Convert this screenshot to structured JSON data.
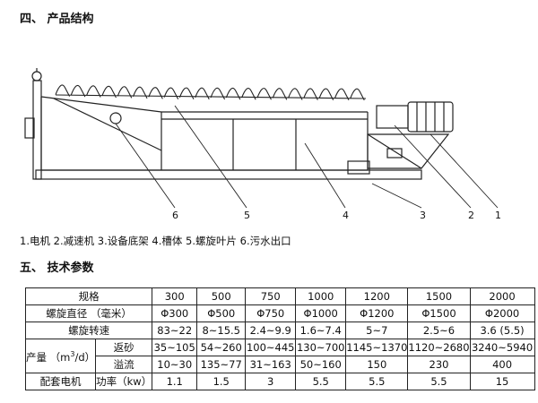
{
  "section4": {
    "title": "四、 产品结构"
  },
  "diagram": {
    "callouts": [
      "6",
      "5",
      "4",
      "3",
      "2",
      "1"
    ]
  },
  "legend": {
    "text": "1.电机 2.减速机 3.设备底架 4.槽体 5.螺旋叶片 6.污水出口"
  },
  "section5": {
    "title": "五、 技术参数"
  },
  "table": {
    "header": {
      "label": "规格",
      "values": [
        "300",
        "500",
        "750",
        "1000",
        "1200",
        "1500",
        "2000"
      ]
    },
    "diameter": {
      "label": "螺旋直径 （毫米）",
      "values": [
        "Φ300",
        "Φ500",
        "Φ750",
        "Φ1000",
        "Φ1200",
        "Φ1500",
        "Φ2000"
      ]
    },
    "speed": {
      "label": "螺旋转速",
      "values": [
        "83~22",
        "8~15.5",
        "2.4~9.9",
        "1.6~7.4",
        "5~7",
        "2.5~6",
        "3.6 (5.5)"
      ]
    },
    "capacity": {
      "label_a": "产量 （m",
      "label_sup": "3",
      "label_b": "/d）",
      "sand": {
        "label": "返砂",
        "values": [
          "35~105",
          "54~260",
          "100~445",
          "130~700",
          "1145~1370",
          "1120~2680",
          "3240~5940"
        ]
      },
      "overflow": {
        "label": "溢流",
        "values": [
          "10~30",
          "135~77",
          "31~163",
          "50~160",
          "150",
          "230",
          "400"
        ]
      }
    },
    "motor": {
      "label": "配套电机",
      "sub_label": "功率（kw）",
      "values": [
        "1.1",
        "1.5",
        "3",
        "5.5",
        "5.5",
        "5.5",
        "15"
      ]
    }
  }
}
